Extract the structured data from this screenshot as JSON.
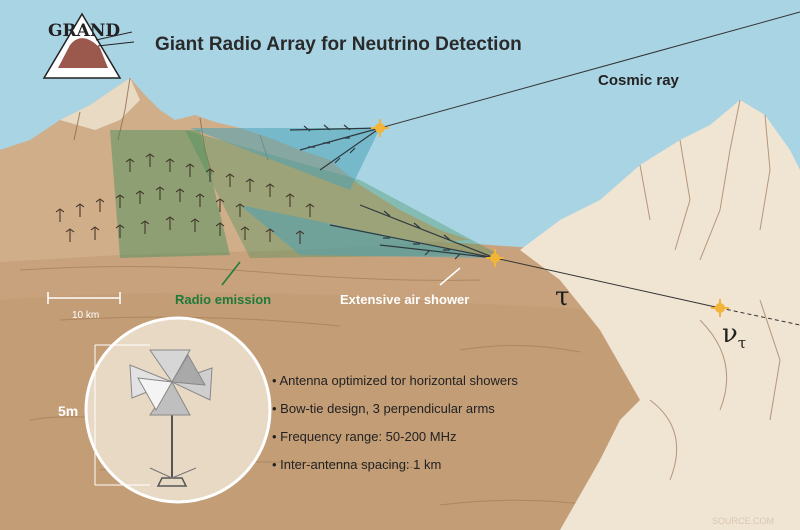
{
  "logo": {
    "text": "GRAND"
  },
  "title": "Giant Radio Array for Neutrino Detection",
  "labels": {
    "cosmic_ray": "Cosmic ray",
    "radio_emission": "Radio emission",
    "air_shower": "Extensive air shower",
    "tau": "τ",
    "nu": "ν",
    "nu_sub": "τ"
  },
  "scale_bar": {
    "label": "10 km"
  },
  "antenna": {
    "height_label": "5m"
  },
  "bullets": [
    "Antenna optimized tor horizontal showers",
    "Bow-tie design, 3 perpendicular arms",
    "Frequency range: 50-200 MHz",
    "Inter-antenna spacing: 1 km"
  ],
  "watermark": "SOURCE.COM",
  "colors": {
    "sky": "#a9d4e4",
    "ground": "#c7a27c",
    "mountain_light": "#efe3d2",
    "radio_green": "#3f8f5a",
    "shower_blue": "#4aa3b6",
    "star": "#f2b53a"
  }
}
